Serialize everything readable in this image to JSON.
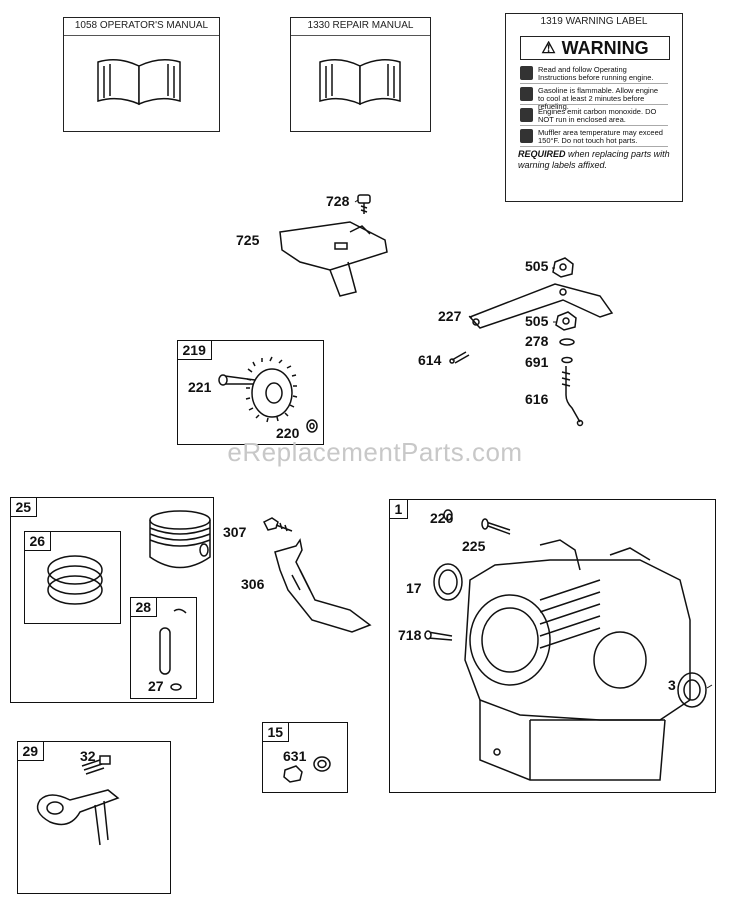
{
  "manuals": {
    "operators": "1058 OPERATOR'S MANUAL",
    "repair": "1330 REPAIR MANUAL"
  },
  "warning_label": {
    "caption": "1319 WARNING LABEL",
    "heading": "WARNING",
    "rows": [
      "Read and follow Operating Instructions before running engine.",
      "Gasoline is flammable. Allow engine to cool at least 2 minutes before refueling.",
      "Engines emit carbon monoxide. DO NOT run in enclosed area.",
      "Muffler area temperature may exceed 150°F. Do not touch hot parts."
    ],
    "required_bold": "REQUIRED",
    "required_text": " when replacing parts with warning labels affixed."
  },
  "groups": {
    "g219": "219",
    "g25": "25",
    "g26": "26",
    "g28": "28",
    "g29": "29",
    "g15": "15",
    "g1": "1"
  },
  "parts": {
    "p728": "728",
    "p725": "725",
    "p505a": "505",
    "p227": "227",
    "p505b": "505",
    "p278": "278",
    "p614": "614",
    "p691": "691",
    "p616": "616",
    "p221": "221",
    "p220a": "220",
    "p307": "307",
    "p306": "306",
    "p27": "27",
    "p32": "32",
    "p631": "631",
    "p220b": "220",
    "p225": "225",
    "p17": "17",
    "p718": "718",
    "p3": "3"
  },
  "watermark": "eReplacementParts.com"
}
